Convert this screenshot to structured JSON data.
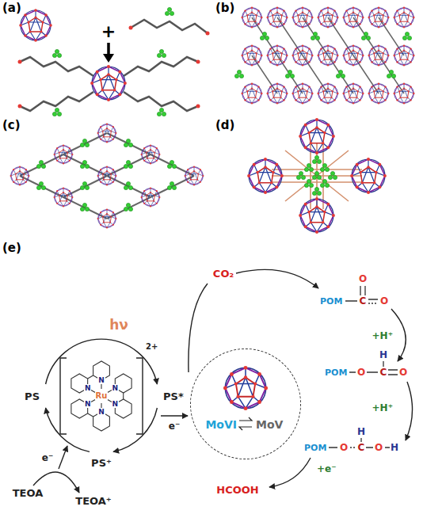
{
  "diagram": {
    "nodes": [
      {
        "text": [
          "MoVI",
          "MoV"
        ]
      }
    ],
    "labels": [
      "(a)",
      "+",
      "(b)",
      "(c)",
      "(d)",
      "(e)",
      "hν",
      "PS",
      "PS*",
      "PS⁺",
      "TEOA",
      "TEOA⁺",
      "e⁻",
      "e⁻",
      "Ru",
      "N",
      "N",
      "N",
      "N",
      "N",
      "N",
      "2+",
      "CO₂",
      "POM",
      "O",
      "C",
      "O",
      "+H⁺",
      "POM",
      "O",
      "H",
      "C",
      "O",
      "+H⁺",
      "POM",
      "O",
      "H",
      "C",
      "O",
      "H",
      "+e⁻",
      "HCOOH"
    ]
  }
}
